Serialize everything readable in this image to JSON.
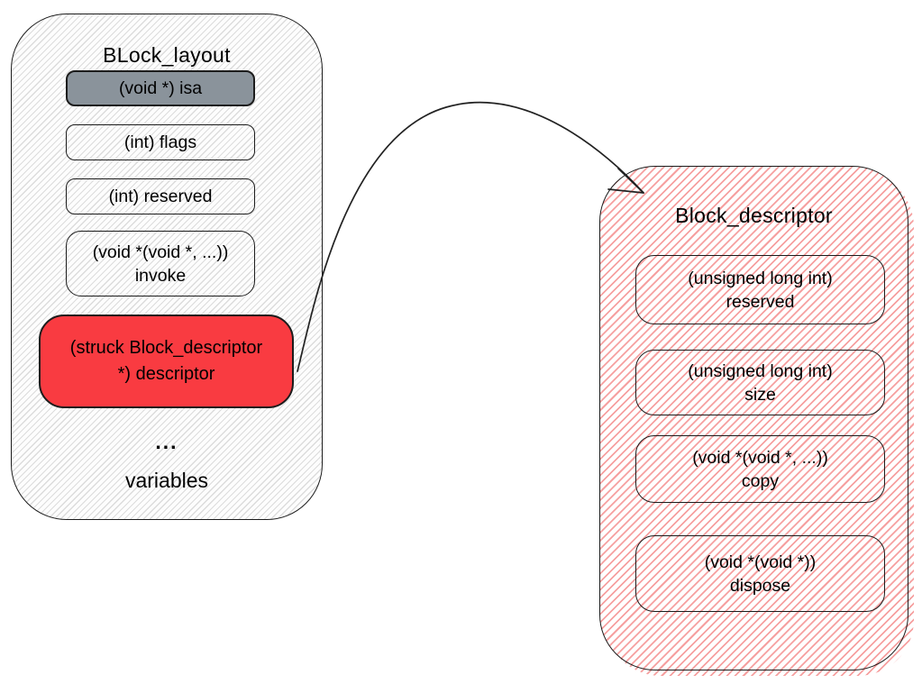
{
  "diagram": {
    "left": {
      "title": "BLock_layout",
      "fields": [
        {
          "line1": "(void *) isa"
        },
        {
          "line1": "(int) flags"
        },
        {
          "line1": "(int) reserved"
        },
        {
          "line1": "(void *(void *, ...))",
          "line2": "invoke"
        },
        {
          "line1": "(struck Block_descriptor",
          "line2": "*) descriptor"
        }
      ],
      "ellipsis": "...",
      "footer": "variables"
    },
    "right": {
      "title": "Block_descriptor",
      "fields": [
        {
          "line1": "(unsigned long int)",
          "line2": "reserved"
        },
        {
          "line1": "(unsigned long int)",
          "line2": "size"
        },
        {
          "line1": "(void *(void *, ...))",
          "line2": "copy"
        },
        {
          "line1": "(void *(void *))",
          "line2": "dispose"
        }
      ]
    },
    "colors": {
      "isa-gray": "#8A939B",
      "descriptor-red": "#F93B41",
      "left-hatch": "#DCDCDC",
      "right-hatch": "#F6A0A0",
      "border": "#1C1C1C"
    }
  }
}
